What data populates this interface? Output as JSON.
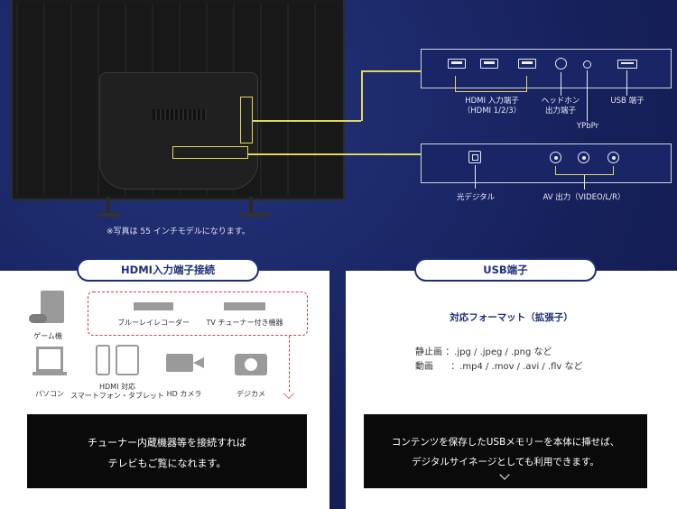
{
  "tv_section": {
    "ports_top": {
      "hdmi_label_1": "HDMI 入力端子",
      "hdmi_label_2": "（HDMI 1/2/3）",
      "headphone_label_1": "ヘッドホン",
      "headphone_label_2": "出力端子",
      "ypbpr_label": "YPbPr",
      "usb_label": "USB 端子"
    },
    "ports_bottom": {
      "optical_label": "光デジタル",
      "av_label": "AV 出力（VIDEO/L/R）"
    },
    "note": "※写真は 55 インチモデルになります。"
  },
  "hdmi_card": {
    "title": "HDMI入力端子接続",
    "devices": {
      "game": "ゲーム機",
      "bluray": "ブルーレイレコーダー",
      "tv_tuner": "TV チューナー付き機器",
      "pc": "パソコン",
      "smartphone_1": "HDMI 対応",
      "smartphone_2": "スマートフォン・タブレット",
      "hd_camera": "HD カメラ",
      "digicam": "デジカメ"
    },
    "message_1": "チューナー内蔵機器等を接続すれば",
    "message_2": "テレビもご覧になれます。"
  },
  "usb_card": {
    "title": "USB端子",
    "format_title": "対応フォーマット（拡張子）",
    "still_label": "静止画",
    "still_formats": "：.jpg / .jpeg / .png など",
    "video_label": "動画",
    "video_formats": "：.mp4 / .mov / .avi / .flv など",
    "message_1": "コンテンツを保存したUSBメモリーを本体に挿せば、",
    "message_2": "デジタルサイネージとしても利用できます。"
  }
}
